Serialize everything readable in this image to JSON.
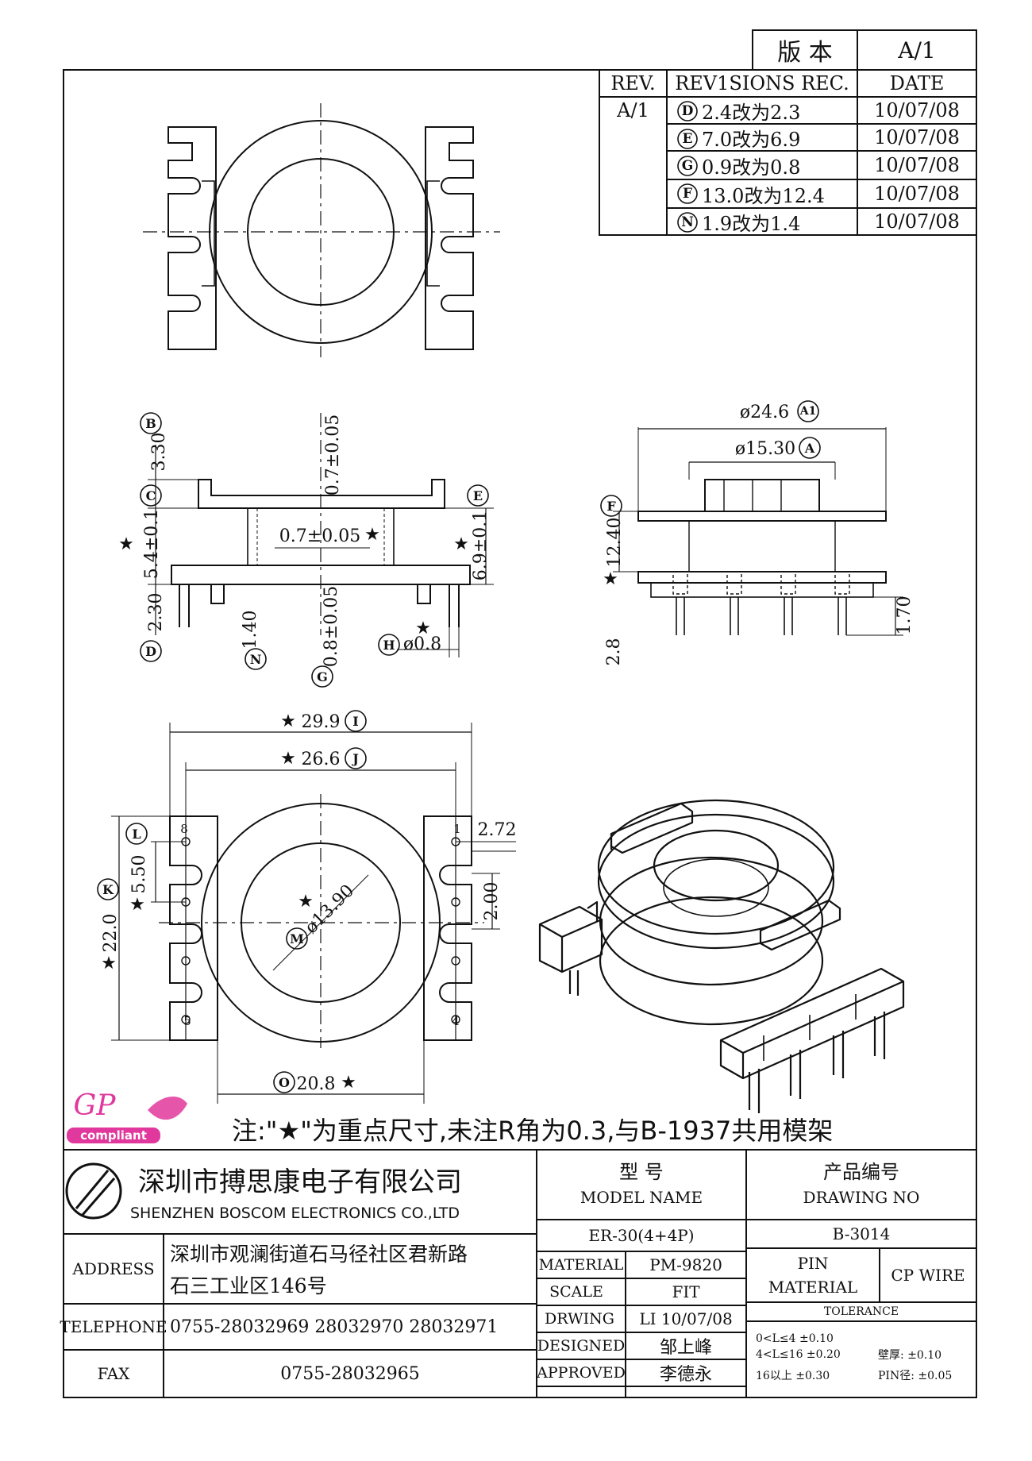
{
  "version": {
    "label": "版 本",
    "value": "A/1"
  },
  "revisions": {
    "headers": {
      "rev": "REV.",
      "rec": "REV1SIONS REC.",
      "date": "DATE"
    },
    "rev_value": "A/1",
    "rows": [
      {
        "mark": "D",
        "text": "2.4改为2.3",
        "date": "10/07/08"
      },
      {
        "mark": "E",
        "text": "7.0改为6.9",
        "date": "10/07/08"
      },
      {
        "mark": "G",
        "text": "0.9改为0.8",
        "date": "10/07/08"
      },
      {
        "mark": "F",
        "text": "13.0改为12.4",
        "date": "10/07/08"
      },
      {
        "mark": "N",
        "text": "1.9改为1.4",
        "date": "10/07/08"
      }
    ]
  },
  "dims": {
    "side": {
      "b": "3.30",
      "c": "5.4±0.1",
      "d": "2.30",
      "top_gap": "0.7±0.05",
      "inner": "0.7±0.05",
      "e": "6.9±0.1",
      "n": "1.40",
      "g": "0.8±0.05",
      "h": "ø0.8"
    },
    "front": {
      "a1": "ø24.6",
      "a": "ø15.30",
      "f": "12.40",
      "pin_len": "2.8",
      "pin": "1.70"
    },
    "bottom": {
      "i": "29.9",
      "j": "26.6",
      "l": "5.50",
      "k": "22.0",
      "m": "ø13.90",
      "o": "20.8",
      "w": "2.72",
      "p": "2.00",
      "pins": [
        "8",
        "1",
        "5",
        "4"
      ]
    },
    "marks": {
      "a1": "A1",
      "a": "A",
      "b": "B",
      "c": "C",
      "d": "D",
      "e": "E",
      "f": "F",
      "g": "G",
      "h": "H",
      "i": "I",
      "j": "J",
      "k": "K",
      "l": "L",
      "m": "M",
      "n": "N",
      "o": "O"
    },
    "star": "★"
  },
  "note": "注:\"★\"为重点尺寸,未注R角为0.3,与B-1937共用模架",
  "badge": {
    "gp": "GP",
    "compliant": "compliant"
  },
  "colors": {
    "badge": "#e0389c",
    "line": "#111111"
  },
  "title_block": {
    "company_cn": "深圳市搏思康电子有限公司",
    "company_en": "SHENZHEN BOSCOM ELECTRONICS CO.,LTD",
    "address_label": "ADDRESS",
    "address_line1": "深圳市观澜街道石马径社区君新路",
    "address_line2": "石三工业区146号",
    "telephone_label": "TELEPHONE",
    "telephone": "0755-28032969 28032970 28032971",
    "fax_label": "FAX",
    "fax": "0755-28032965",
    "model_cn": "型 号",
    "model_en": "MODEL NAME",
    "model_value": "ER-30(4+4P)",
    "drawing_cn": "产品编号",
    "drawing_en": "DRAWING NO",
    "drawing_value": "B-3014",
    "material_label": "MATERIAL",
    "material_value": "PM-9820",
    "scale_label": "SCALE",
    "scale_value": "FIT",
    "drwing_label": "DRWING",
    "drwing_value": "LI 10/07/08",
    "designed_label": "DESIGNED",
    "designed_value": "邹上峰",
    "approved_label": "APPROVED",
    "approved_value": "李德永",
    "pin_material_l1": "PIN",
    "pin_material_l2": "MATERIAL",
    "pin_material_value": "CP WIRE",
    "tolerance_label": "TOLERANCE",
    "tol1": "0<L≤4 ±0.10",
    "tol2": "4<L≤16 ±0.20",
    "tol3": "16以上 ±0.30",
    "wall": "壁厚: ±0.10",
    "pin_dia": "PIN径: ±0.05"
  }
}
